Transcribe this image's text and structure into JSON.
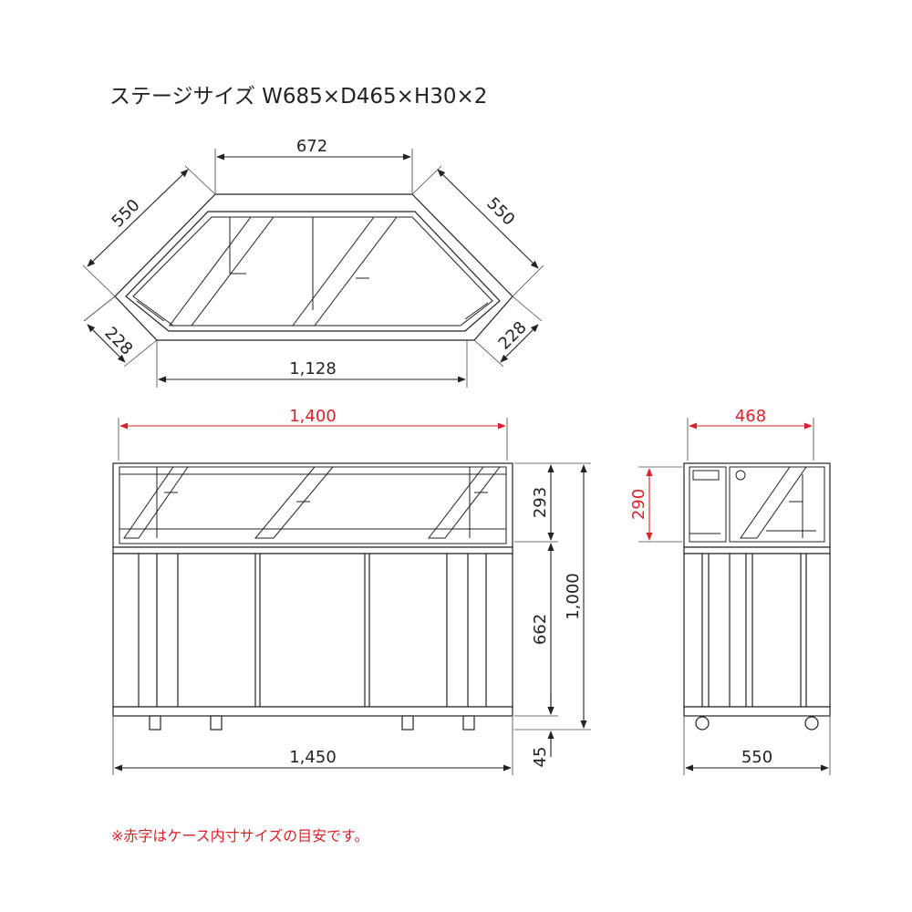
{
  "header": {
    "title": "ステージサイズ W685×D465×H30×2"
  },
  "top_view": {
    "top_width": "672",
    "left_diagonal": "550",
    "right_diagonal": "550",
    "left_corner": "228",
    "right_corner": "228",
    "bottom_width": "1,128"
  },
  "front_view": {
    "inner_width": "1,400",
    "case_height": "293",
    "total_height": "1,000",
    "cabinet_height": "662",
    "foot_height": "45",
    "total_width": "1,450"
  },
  "side_view": {
    "inner_depth": "468",
    "inner_height": "290",
    "total_depth": "550"
  },
  "footer": {
    "note": "※赤字はケース内寸サイズの目安です。"
  },
  "colors": {
    "inner_dimension": "#d9222a",
    "line": "#222222"
  }
}
